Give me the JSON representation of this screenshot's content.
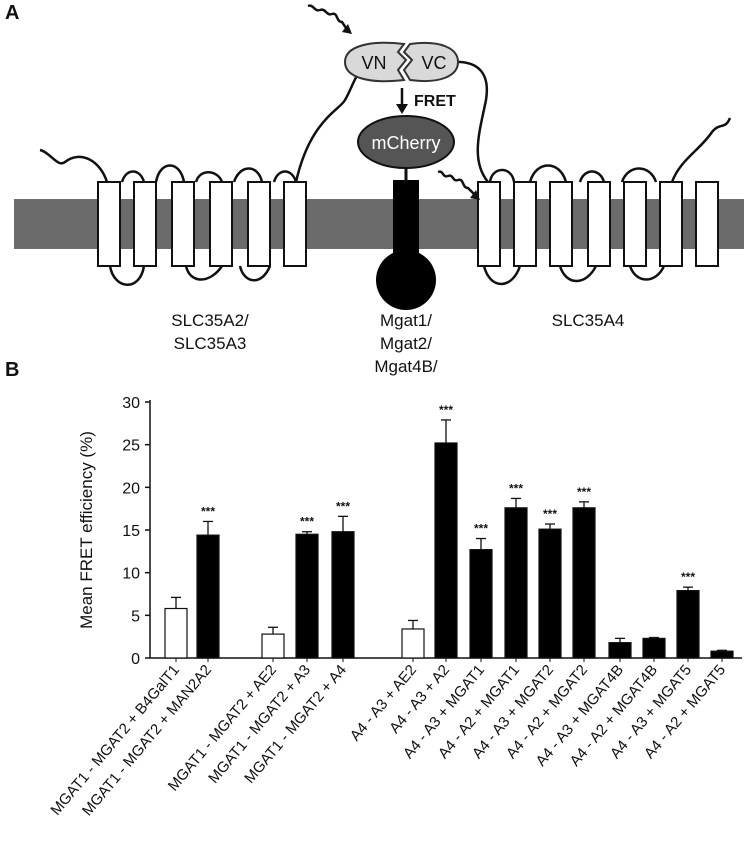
{
  "panel_a": {
    "letter": "A",
    "vn": "VN",
    "vc": "VC",
    "fret": "FRET",
    "mcherry": "mCherry",
    "left_label_1": "SLC35A2/",
    "left_label_2": "SLC35A3",
    "center_label_1": "Mgat1/",
    "center_label_2": "Mgat2/",
    "center_label_3": "Mgat4B/",
    "right_label": "SLC35A4"
  },
  "panel_b": {
    "letter": "B"
  },
  "colors": {
    "membrane": "#6b6b6b",
    "black_bar": "#000000",
    "white_bar": "#ffffff",
    "protein": "#555555",
    "fluor": "#d9d9d9"
  },
  "chart_data": {
    "type": "bar",
    "ylabel": "Mean FRET efficiency (%)",
    "ylim": [
      0,
      30
    ],
    "yticks": [
      0,
      5,
      10,
      15,
      20,
      25,
      30
    ],
    "categories": [
      "MGAT1 - MGAT2 + B4GalT1",
      "MGAT1 - MGAT2 + MAN2A2",
      "MGAT1 - MGAT2 + AE2",
      "MGAT1 - MGAT2 + A3",
      "MGAT1 - MGAT2 + A4",
      "A4 - A3 + AE2",
      "A4 - A3 + A2",
      "A4 - A3 + MGAT1",
      "A4 - A2 + MGAT1",
      "A4 - A3 + MGAT2",
      "A4 - A2 + MGAT2",
      "A4 - A3 + MGAT4B",
      "A4 - A2 + MGAT4B",
      "A4 - A3 + MGAT5",
      "A4 - A2 + MGAT5"
    ],
    "values": [
      5.8,
      14.4,
      2.8,
      14.5,
      14.8,
      3.4,
      25.2,
      12.7,
      17.6,
      15.1,
      17.6,
      1.8,
      2.3,
      7.9,
      0.8
    ],
    "errors": [
      1.3,
      1.6,
      0.8,
      0.3,
      1.8,
      1.0,
      2.7,
      1.3,
      1.1,
      0.6,
      0.7,
      0.5,
      0.1,
      0.4,
      0.1
    ],
    "fill": [
      "white",
      "black",
      "white",
      "black",
      "black",
      "white",
      "black",
      "black",
      "black",
      "black",
      "black",
      "black",
      "black",
      "black",
      "black"
    ],
    "significance": [
      "",
      "***",
      "",
      "***",
      "***",
      "",
      "***",
      "***",
      "***",
      "***",
      "***",
      "",
      "",
      "***",
      ""
    ],
    "grid": false
  }
}
